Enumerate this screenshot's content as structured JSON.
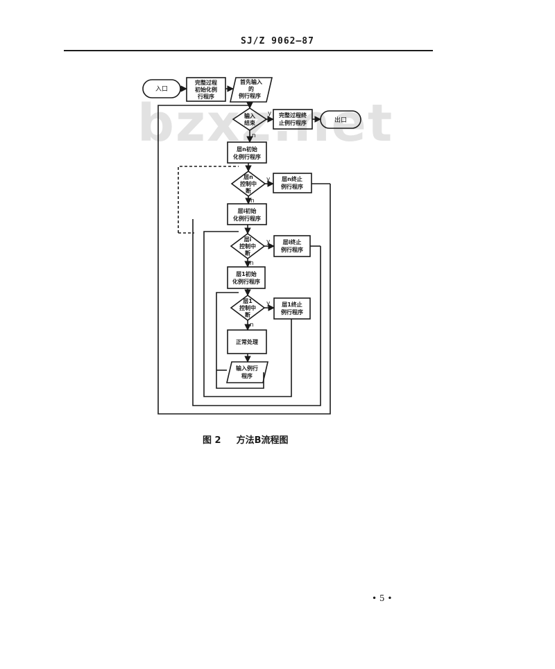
{
  "document": {
    "header": "SJ/Z 9062—87",
    "watermark": "bzxz.net",
    "figure_number": "图 2",
    "figure_title": "方法B流程图",
    "page_number": "• 5 •"
  },
  "flowchart": {
    "entry": "入口",
    "exit": "出口",
    "init_all": [
      "完整过程",
      "初始化例",
      "行程序"
    ],
    "first_input": [
      "首先输入",
      "的",
      "例行程序"
    ],
    "input_end": [
      "输入",
      "结束"
    ],
    "term_all": [
      "完整过程终",
      "止例行程序"
    ],
    "layer_n_init": [
      "层n初始",
      "化例行程序"
    ],
    "layer_n_ctrl": [
      "层n",
      "控制中",
      "断"
    ],
    "layer_n_term": [
      "层n终止",
      "例行程序"
    ],
    "layer_i_init": [
      "层i初始",
      "化例行程序"
    ],
    "layer_i_ctrl": [
      "层i",
      "控制中",
      "断"
    ],
    "layer_i_term": [
      "层i终止",
      "例行程序"
    ],
    "layer_1_init": [
      "层1初始",
      "化例行程序"
    ],
    "layer_1_ctrl": [
      "层1",
      "控制中",
      "断"
    ],
    "layer_1_term": [
      "层1终止",
      "例行程序"
    ],
    "normal_proc": "正常处理",
    "input_routine": [
      "输入例行",
      "程序"
    ],
    "yes": "y",
    "no": "n"
  }
}
